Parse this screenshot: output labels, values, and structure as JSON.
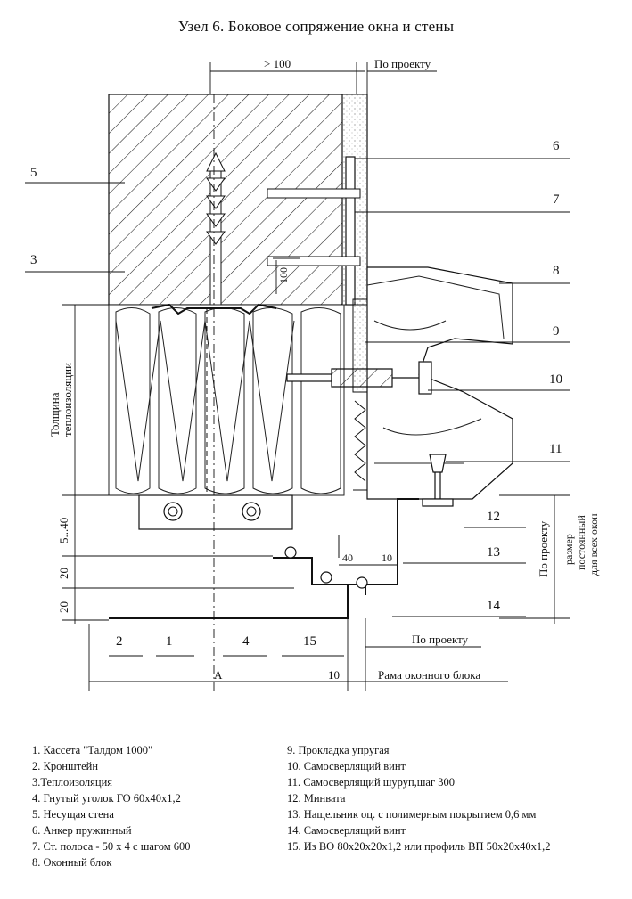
{
  "title": "Узел 6. Боковое сопряжение окна и стены",
  "dimensions": {
    "gt100": "> 100",
    "po_proektu_top": "По проекту",
    "po_proektu_bottom": "По проекту",
    "po_proektu_right": "По проекту",
    "thickness_line1": "Толщина",
    "thickness_line2": "теплоизоляции",
    "d_5_40": "5...40",
    "d_20a": "20",
    "d_20b": "20",
    "d_40": "40",
    "d_10a": "10",
    "d_10b": "10",
    "d_100": "100",
    "a_label": "A",
    "rama": "Рама оконного блока",
    "size_line1": "размер",
    "size_line2": "постоянный",
    "size_line3": "для всех окон"
  },
  "callouts": {
    "c1": "1",
    "c2": "2",
    "c3": "3",
    "c4": "4",
    "c5": "5",
    "c6": "6",
    "c7": "7",
    "c8": "8",
    "c9": "9",
    "c10": "10",
    "c11": "11",
    "c12": "12",
    "c13": "13",
    "c14": "14",
    "c15": "15"
  },
  "legend_left": [
    "1. Кассета \"Талдом 1000\"",
    "2. Кронштейн",
    "3.Теплоизоляция",
    "4. Гнутый уголок ГО 60х40х1,2",
    "5. Несущая стена",
    "6.  Анкер пружинный",
    "7. Ст. полоса  - 50 х 4 с шагом 600",
    "8. Оконный блок"
  ],
  "legend_right": [
    "9. Прокладка упругая",
    "10. Самосверлящий винт",
    "11. Самосверлящий шуруп,шаг 300",
    "12. Минвата",
    "13. Нащельник оц. с полимерным покрытием 0,6 мм",
    "14. Самосверлящий винт",
    "15.  Из ВО 80х20х20х1,2 или профиль  ВП 50х20х40х1,2"
  ]
}
